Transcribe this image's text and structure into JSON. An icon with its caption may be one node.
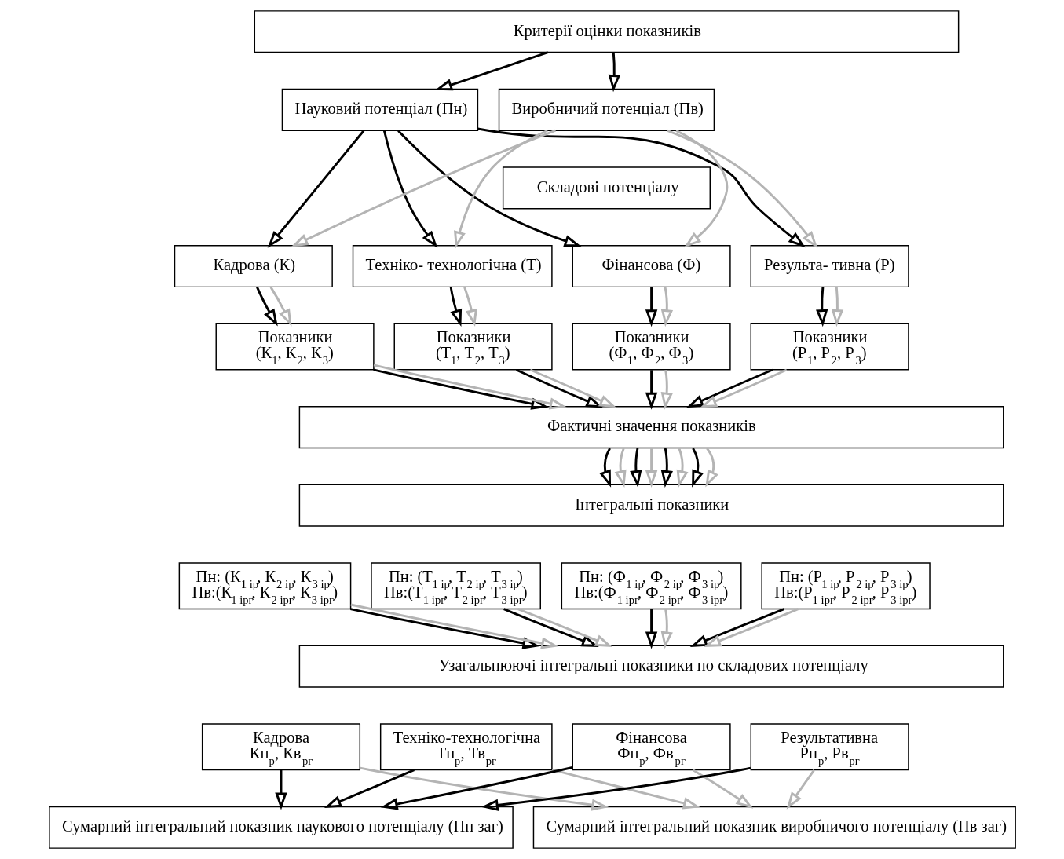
{
  "diagram": {
    "nodes": [
      {
        "text": [
          "Критерії оцінки показників"
        ]
      },
      {
        "text": [
          "Науковий потенціал (Пн)"
        ]
      },
      {
        "text": [
          "Виробничий потенціал (Пв)"
        ]
      },
      {
        "text": [
          "Складові потенціалу"
        ]
      },
      {
        "text": [
          "Кадрова (К)"
        ]
      },
      {
        "text": [
          "Техніко- технологічна (Т)"
        ]
      },
      {
        "text": [
          "Фінансова (Ф)"
        ]
      },
      {
        "text": [
          "Результа- тивна (Р)"
        ]
      },
      {
        "text": [
          "Показники",
          "(К$_{1}$, К$_{2}$, К$_{3}$)"
        ]
      },
      {
        "text": [
          "Показники",
          "(Т$_{1}$, Т$_{2}$, Т$_{3}$)"
        ]
      },
      {
        "text": [
          "Показники",
          "(Ф$_{1}$, Ф$_{2}$, Ф$_{3}$)"
        ]
      },
      {
        "text": [
          "Показники",
          "(Р$_{1}$, Р$_{2}$, Р$_{3}$)"
        ]
      },
      {
        "text": [
          "Фактичні значення показників"
        ]
      },
      {
        "text": [
          "Інтегральні показники"
        ]
      },
      {
        "text": [
          "Пн: (К$_{1 ір}$, К$_{2 ір}$, К$_{3 ір}$)",
          "Пв:(К$_{1 ірг}$, К$_{2 ірг}$, К$_{3 ірг}$)"
        ]
      },
      {
        "text": [
          "Пн: (Т$_{1 ір}$, Т$_{2 ір}$, Т$_{3 ір}$)",
          "Пв:(Т$_{1 ірг}$, Т$_{2 ірг}$, Т$_{3 ірг}$)"
        ]
      },
      {
        "text": [
          "Пн: (Ф$_{1 ір}$, Ф$_{2 ір}$, Ф$_{3 ір}$)",
          "Пв:(Ф$_{1 ірг}$, Ф$_{2 ірг}$, Ф$_{3 ірг}$)"
        ]
      },
      {
        "text": [
          "Пн: (Р$_{1 ір}$, Р$_{2 ір}$, Р$_{3 ір}$)",
          "Пв:(Р$_{1 ірг}$, Р$_{2 ірг}$, Р$_{3 ірг}$)"
        ]
      },
      {
        "text": [
          "Узагальнюючі інтегральні показники по складових потенціалу"
        ]
      },
      {
        "text": [
          "Кадрова",
          "Кн$_{р}$, Кв$_{рг}$"
        ]
      },
      {
        "text": [
          "Техніко-технологічна",
          "Тн$_{р}$, Тв$_{рг}$"
        ]
      },
      {
        "text": [
          "Фінансова",
          "Фн$_{р}$, Фв$_{рг}$"
        ]
      },
      {
        "text": [
          "Результативна",
          "Рн$_{р}$, Рв$_{рг}$"
        ]
      },
      {
        "text": [
          "Сумарний інтегральний показник наукового потенціалу (Пн заг)"
        ]
      },
      {
        "text": [
          "Сумарний інтегральний показник виробничого потенціалу (Пв заг)"
        ]
      }
    ],
    "edges": [
      {
        "from": 0,
        "to": 1,
        "arrow": "to"
      },
      {
        "from": 0,
        "to": 2,
        "arrow": "to"
      },
      {
        "from": 1,
        "to": 4,
        "arrow": "to"
      },
      {
        "from": 1,
        "to": 5,
        "arrow": "to"
      },
      {
        "from": 1,
        "to": 6,
        "arrow": "to"
      },
      {
        "from": 1,
        "to": 7,
        "arrow": "to"
      },
      {
        "from": 2,
        "to": 4,
        "arrow": "to",
        "color": "#b4b4b4"
      },
      {
        "from": 2,
        "to": 5,
        "arrow": "to",
        "color": "#b4b4b4"
      },
      {
        "from": 2,
        "to": 6,
        "arrow": "to",
        "color": "#b4b4b4"
      },
      {
        "from": 2,
        "to": 7,
        "arrow": "to",
        "color": "#b4b4b4"
      },
      {
        "from": 4,
        "to": 8,
        "arrow": "to"
      },
      {
        "from": 4,
        "to": 8,
        "arrow": "to",
        "color": "#b4b4b4"
      },
      {
        "from": 5,
        "to": 9,
        "arrow": "to"
      },
      {
        "from": 5,
        "to": 9,
        "arrow": "to",
        "color": "#b4b4b4"
      },
      {
        "from": 6,
        "to": 10,
        "arrow": "to"
      },
      {
        "from": 6,
        "to": 10,
        "arrow": "to",
        "color": "#b4b4b4"
      },
      {
        "from": 7,
        "to": 11,
        "arrow": "to"
      },
      {
        "from": 7,
        "to": 11,
        "arrow": "to",
        "color": "#b4b4b4"
      },
      {
        "from": 8,
        "to": 12,
        "arrow": "to"
      },
      {
        "from": 8,
        "to": 12,
        "arrow": "to",
        "color": "#b4b4b4"
      },
      {
        "from": 9,
        "to": 12,
        "arrow": "to"
      },
      {
        "from": 9,
        "to": 12,
        "arrow": "to",
        "color": "#b4b4b4"
      },
      {
        "from": 10,
        "to": 12,
        "arrow": "to"
      },
      {
        "from": 10,
        "to": 12,
        "arrow": "to",
        "color": "#b4b4b4"
      },
      {
        "from": 11,
        "to": 12,
        "arrow": "to"
      },
      {
        "from": 11,
        "to": 12,
        "arrow": "to",
        "color": "#b4b4b4"
      },
      {
        "from": 12,
        "to": 13,
        "arrow": "to"
      },
      {
        "from": 12,
        "to": 13,
        "arrow": "to",
        "color": "#b4b4b4"
      },
      {
        "from": 12,
        "to": 13,
        "arrow": "to"
      },
      {
        "from": 12,
        "to": 13,
        "arrow": "to",
        "color": "#b4b4b4"
      },
      {
        "from": 12,
        "to": 13,
        "arrow": "to"
      },
      {
        "from": 12,
        "to": 13,
        "arrow": "to",
        "color": "#b4b4b4"
      },
      {
        "from": 12,
        "to": 13,
        "arrow": "to"
      },
      {
        "from": 12,
        "to": 13,
        "arrow": "to",
        "color": "#b4b4b4"
      },
      {
        "from": 14,
        "to": 18,
        "arrow": "to"
      },
      {
        "from": 14,
        "to": 18,
        "arrow": "to",
        "color": "#b4b4b4"
      },
      {
        "from": 15,
        "to": 18,
        "arrow": "to"
      },
      {
        "from": 15,
        "to": 18,
        "arrow": "to",
        "color": "#b4b4b4"
      },
      {
        "from": 16,
        "to": 18,
        "arrow": "to"
      },
      {
        "from": 16,
        "to": 18,
        "arrow": "to",
        "color": "#b4b4b4"
      },
      {
        "from": 17,
        "to": 18,
        "arrow": "to"
      },
      {
        "from": 17,
        "to": 18,
        "arrow": "to",
        "color": "#b4b4b4"
      },
      {
        "from": 19,
        "to": 23,
        "arrow": "to"
      },
      {
        "from": 19,
        "to": 24,
        "arrow": "to",
        "color": "#b4b4b4"
      },
      {
        "from": 20,
        "to": 23,
        "arrow": "to"
      },
      {
        "from": 20,
        "to": 24,
        "arrow": "to",
        "color": "#b4b4b4"
      },
      {
        "from": 21,
        "to": 23,
        "arrow": "to"
      },
      {
        "from": 21,
        "to": 24,
        "arrow": "to",
        "color": "#b4b4b4"
      },
      {
        "from": 22,
        "to": 23,
        "arrow": "to"
      },
      {
        "from": 22,
        "to": 24,
        "arrow": "to",
        "color": "#b4b4b4"
      }
    ]
  }
}
